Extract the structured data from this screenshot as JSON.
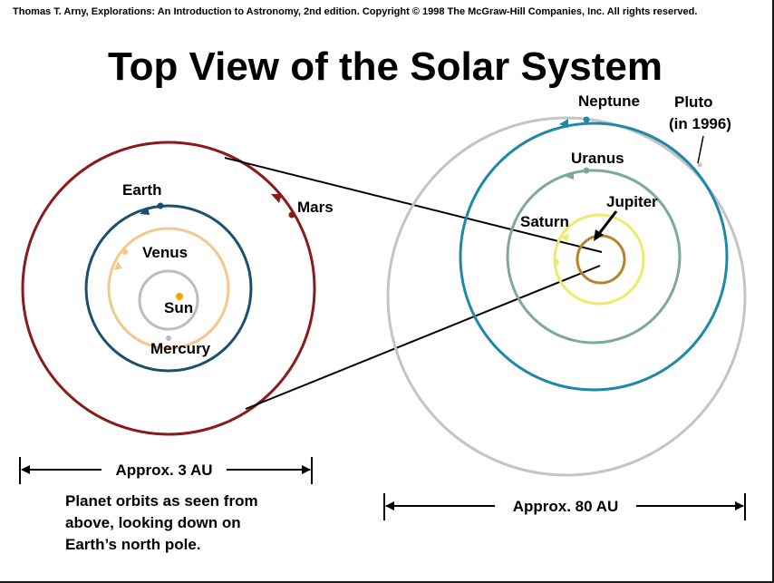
{
  "header": {
    "credit": "Thomas T. Arny, Explorations: An Introduction to Astronomy, 2nd edition. Copyright © 1998 The McGraw-Hill Companies, Inc. All rights reserved.",
    "title": "Top View of the Solar System"
  },
  "inner": {
    "labels": {
      "earth": "Earth",
      "mars": "Mars",
      "venus": "Venus",
      "sun": "Sun",
      "mercury": "Mercury"
    },
    "scale_label": "Approx. 3 AU",
    "caption": [
      "Planet orbits as seen from",
      "above, looking down on",
      "Earth’s north pole."
    ]
  },
  "outer": {
    "labels": {
      "neptune": "Neptune",
      "pluto": "Pluto",
      "pluto_note": "(in 1996)",
      "uranus": "Uranus",
      "jupiter": "Jupiter",
      "saturn": "Saturn"
    },
    "scale_label": "Approx. 80 AU"
  },
  "colors": {
    "mars": "#8b1a1a",
    "earth": "#1a4f6e",
    "venus": "#f2c98a",
    "mercury": "#bdbdbd",
    "sun": "#f5a300",
    "pluto": "#c4c4c4",
    "neptune": "#1f87a8",
    "uranus": "#7ea89a",
    "saturn": "#ecec6a",
    "jupiter": "#b5832a"
  }
}
